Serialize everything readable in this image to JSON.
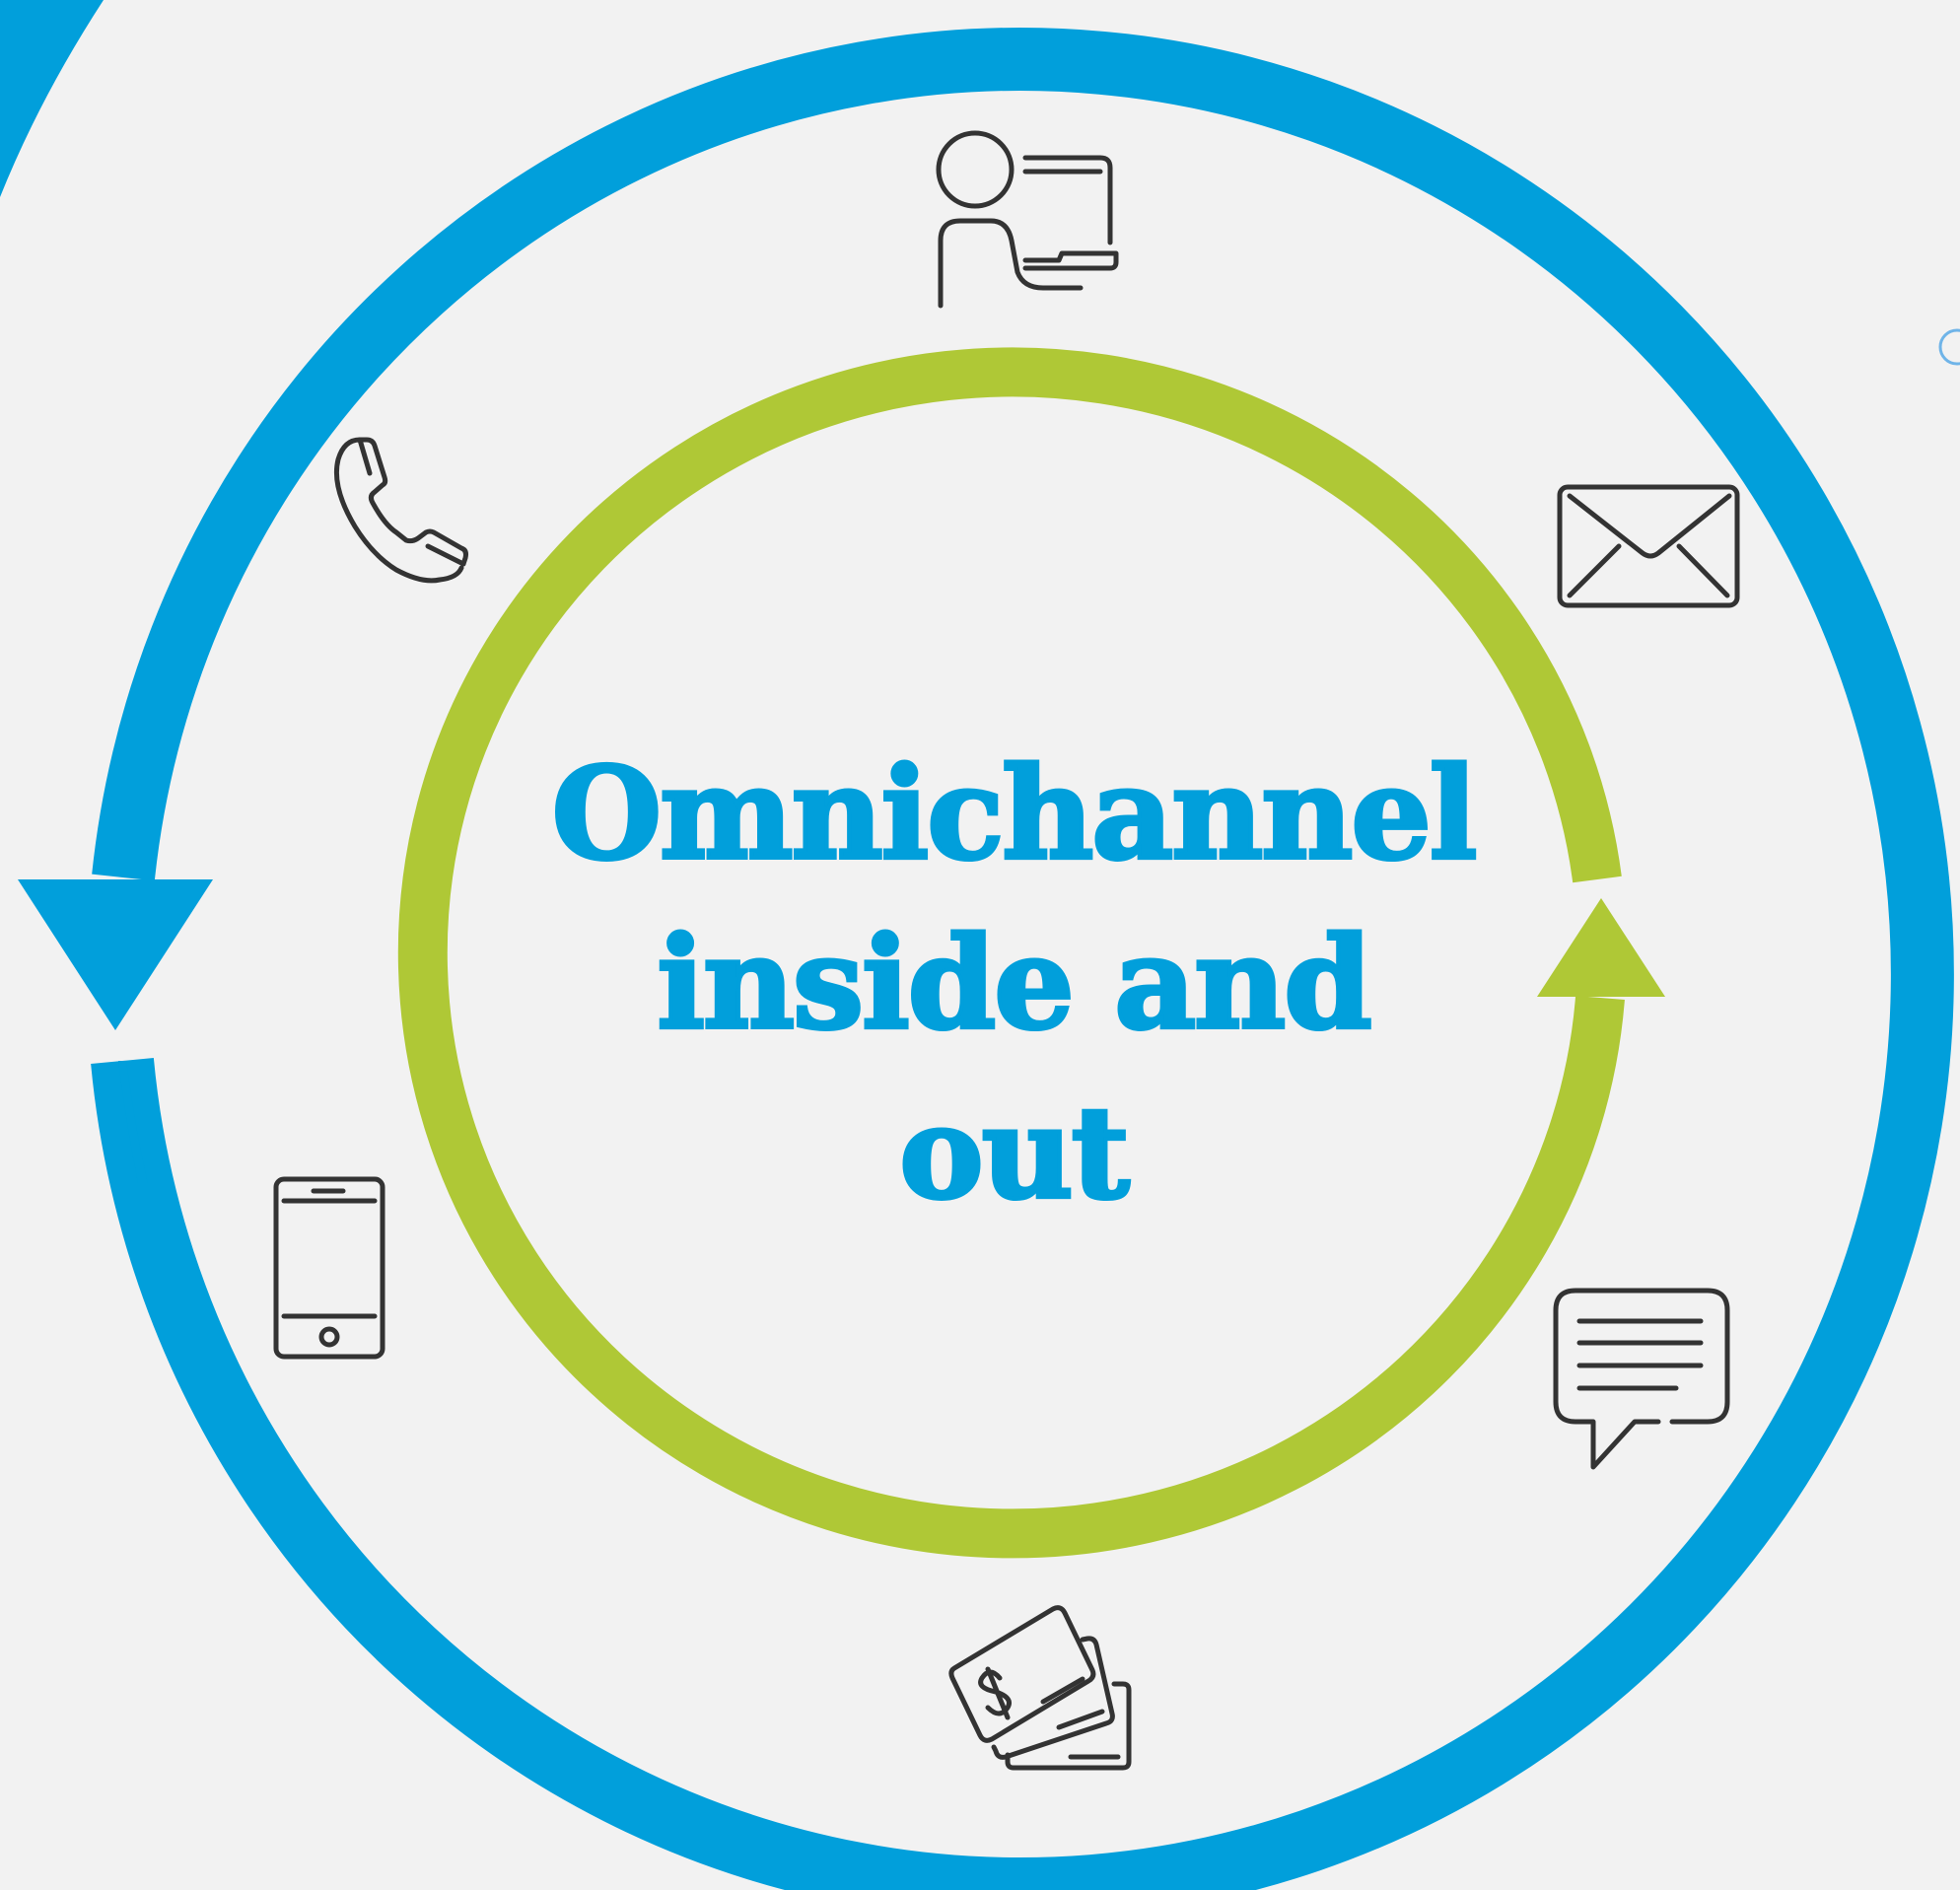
{
  "title": {
    "line1": "Omnichannel",
    "line2": "inside and",
    "line3": "out"
  },
  "colors": {
    "background": "#f2f2f2",
    "outer_ring": "#019fdb",
    "inner_ring": "#afc836",
    "title": "#019fdb",
    "icon_stroke": "#333333"
  },
  "channels": [
    {
      "name": "agent",
      "icon": "agent-at-desk-icon"
    },
    {
      "name": "email",
      "icon": "envelope-icon"
    },
    {
      "name": "chat",
      "icon": "chat-bubble-icon"
    },
    {
      "name": "payments",
      "icon": "payment-cards-icon"
    },
    {
      "name": "mobile",
      "icon": "smartphone-icon"
    },
    {
      "name": "phone",
      "icon": "telephone-icon"
    }
  ]
}
